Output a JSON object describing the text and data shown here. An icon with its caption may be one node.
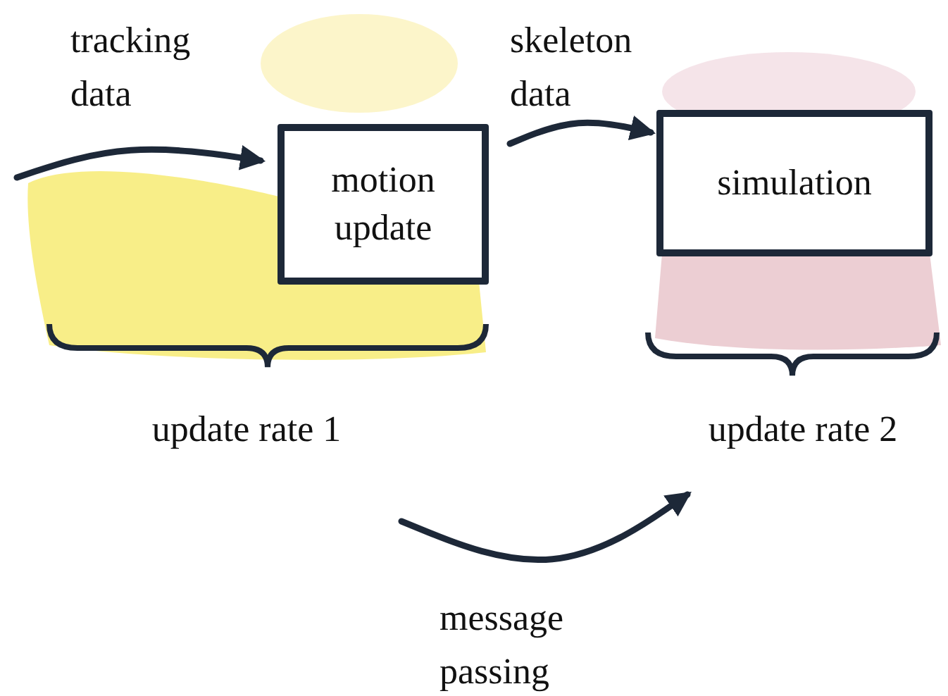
{
  "diagram": {
    "nodes": [
      {
        "text": [
          "motion update"
        ]
      },
      {
        "text": [
          "simulation"
        ]
      },
      {
        "text": [
          "update rate 1"
        ]
      },
      {
        "text": [
          "update rate 2"
        ]
      }
    ],
    "edges": [
      {
        "from": null,
        "to": 0,
        "arrow": "to",
        "label": "tracking data"
      },
      {
        "from": 0,
        "to": 1,
        "arrow": "to",
        "label": "skeleton data"
      },
      {
        "from": 2,
        "to": 3,
        "arrow": "to",
        "label": "message passing"
      }
    ]
  }
}
